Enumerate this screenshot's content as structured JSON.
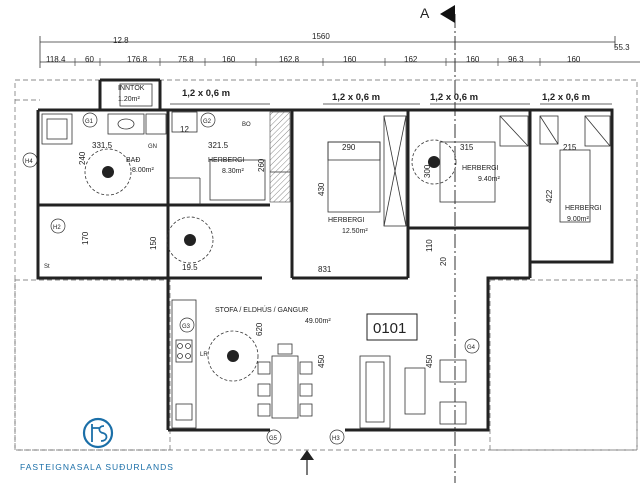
{
  "section": {
    "label": "A"
  },
  "total_width": "1560",
  "side_dim": "55.3",
  "top_dims": [
    "12.8",
    "118.4",
    "60",
    "176.8",
    "75.8",
    "160",
    "162.8",
    "160",
    "162",
    "160",
    "96.3",
    "160"
  ],
  "strips": [
    "1,2 x 0,6 m",
    "1,2 x 0,6 m",
    "1,2 x 0,6 m",
    "1,2 x 0,6 m"
  ],
  "inntok": {
    "name": "INNTÖK",
    "area": "1.20m²"
  },
  "bad": {
    "name": "BAÐ",
    "area": "8.00m²",
    "dim": "331.5"
  },
  "herb1": {
    "name": "HERBERGI",
    "area": "8.30m²",
    "dim": "321.5"
  },
  "herb2": {
    "name": "HERBERGI",
    "area": "12.50m²",
    "dim": "290"
  },
  "herb3": {
    "name": "HERBERGI",
    "area": "9.40m²",
    "dim": "315"
  },
  "herb4": {
    "name": "HERBERGI",
    "area": "9.00m²",
    "dim": "215"
  },
  "stofa": {
    "name": "STOFA / ELDHÚS / GANGUR",
    "area": "49.00m²"
  },
  "unit": "0101",
  "inner_dims": {
    "d240": "240",
    "d260": "260",
    "d430": "430",
    "d300": "300",
    "d422": "422",
    "d170": "170",
    "d150": "150",
    "d620": "620",
    "d450a": "450",
    "d450b": "450",
    "d110": "110",
    "d831": "831",
    "d12": "12",
    "d20": "20",
    "d195": "19.5"
  },
  "tags": [
    "H4",
    "H2",
    "G1",
    "G2",
    "G3",
    "G4",
    "G5",
    "H3",
    "GN",
    "LR",
    "St",
    "BO"
  ],
  "logo": {
    "text": "FASTEIGNASALA  SUÐURLANDS",
    "color": "#1b6fa8"
  }
}
